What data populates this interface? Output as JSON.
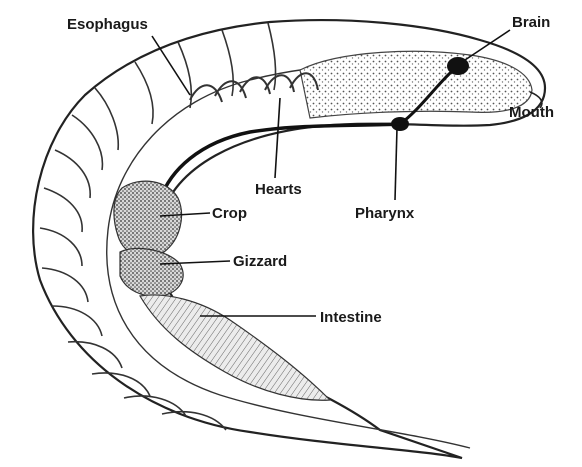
{
  "diagram": {
    "labels": {
      "esophagus": "Esophagus",
      "brain": "Brain",
      "mouth": "Mouth",
      "hearts": "Hearts",
      "pharynx": "Pharynx",
      "crop": "Crop",
      "gizzard": "Gizzard",
      "intestine": "Intestine"
    }
  }
}
